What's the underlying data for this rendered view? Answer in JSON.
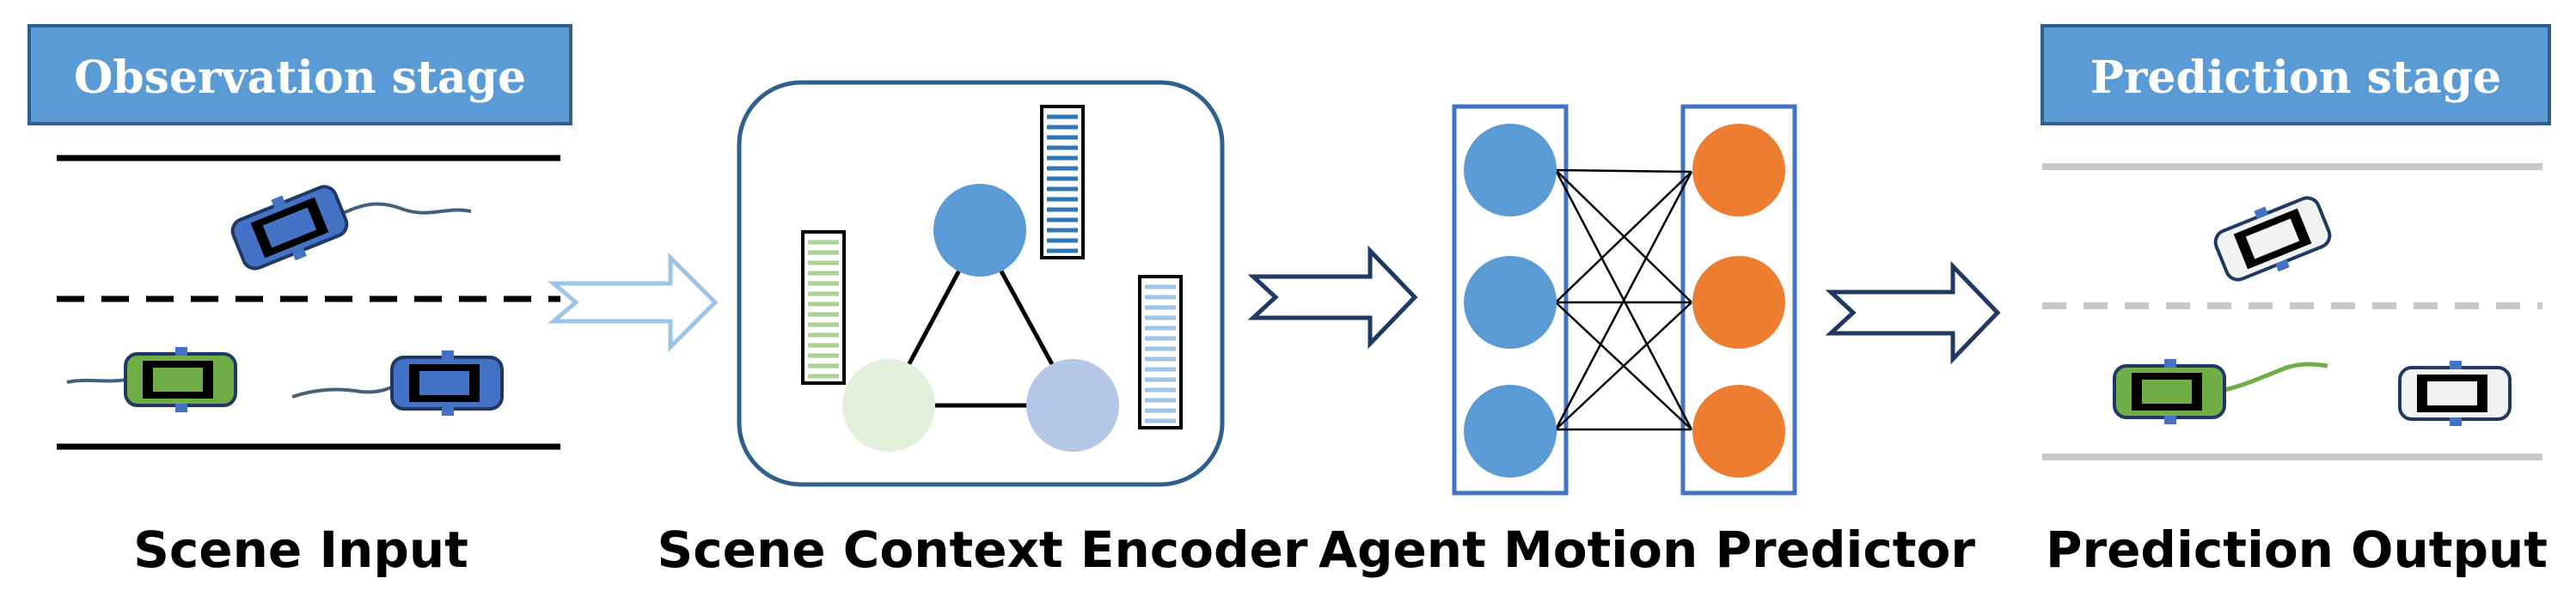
{
  "observation_stage": {
    "label": "Observation stage"
  },
  "prediction_stage": {
    "label": "Prediction stage"
  },
  "captions": {
    "scene_input": "Scene Input",
    "scene_context_encoder": "Scene Context Encoder",
    "agent_motion_predictor": "Agent Motion Predictor",
    "prediction_output": "Prediction Output"
  },
  "colors": {
    "banner_fill": "#5b9bd5",
    "banner_stroke": "#2e5f8f",
    "node_blue": "#5b9bd5",
    "node_light_blue": "#b4c7e7",
    "node_light_green": "#e2efda",
    "node_orange": "#ed7d31",
    "car_blue": "#4472c4",
    "car_green": "#70ad47",
    "car_white": "#f2f2f2",
    "arrow_light": "#9dc3e6",
    "arrow_dark": "#1f3864"
  },
  "icons": {
    "scene_cars": [
      "car-blue-icon",
      "car-green-icon",
      "car-blue-icon"
    ],
    "prediction_cars": [
      "car-white-icon",
      "car-green-icon",
      "car-white-icon"
    ],
    "flow_arrows": [
      "hollow-arrow-right-icon",
      "hollow-arrow-right-icon",
      "hollow-arrow-right-icon"
    ]
  }
}
